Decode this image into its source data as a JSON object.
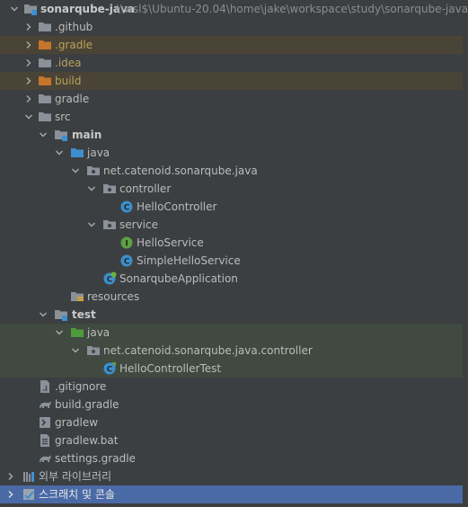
{
  "project": {
    "name": "sonarqube-java",
    "path": "\\\\wsl$\\Ubuntu-20.04\\home\\jake\\workspace\\study\\sonarqube-java"
  },
  "tree": {
    "github": ".github",
    "gradle_hidden": ".gradle",
    "idea": ".idea",
    "build": "build",
    "gradle": "gradle",
    "src": "src",
    "main": "main",
    "main_java": "java",
    "main_package": "net.catenoid.sonarqube.java",
    "controller": "controller",
    "hello_controller": "HelloController",
    "service": "service",
    "hello_service": "HelloService",
    "simple_hello_service": "SimpleHelloService",
    "sonarqube_application": "SonarqubeApplication",
    "resources": "resources",
    "test": "test",
    "test_java": "java",
    "test_package": "net.catenoid.sonarqube.java.controller",
    "hello_controller_test": "HelloControllerTest",
    "gitignore": ".gitignore",
    "build_gradle": "build.gradle",
    "gradlew": "gradlew",
    "gradlew_bat": "gradlew.bat",
    "settings_gradle": "settings.gradle",
    "external_libraries": "외부 라이브러리",
    "scratches": "스크래치 및 콘솔"
  },
  "icons": {
    "folder": "folder-icon",
    "module": "module-folder-icon",
    "package": "package-icon",
    "class": "class-icon",
    "interface": "interface-icon",
    "spring_class": "spring-boot-class-icon",
    "test_class": "test-class-icon",
    "gitignore": "gitignore-icon",
    "gradle": "gradle-icon",
    "terminal": "terminal-icon",
    "library": "library-icon",
    "scratch": "scratch-icon"
  },
  "colors": {
    "background": "#3c3f41",
    "excluded_band": "#4a4436",
    "test_band": "#404a40",
    "selected_band": "#4a6aa6",
    "excluded_text": "#b9a15a",
    "folder_grey": "#8a9199",
    "excluded_folder": "#c5762a",
    "source_folder": "#3f8fd0",
    "test_folder": "#4e9a3a",
    "class_blue": "#3c8fc9",
    "interface_green": "#5e9f43"
  }
}
